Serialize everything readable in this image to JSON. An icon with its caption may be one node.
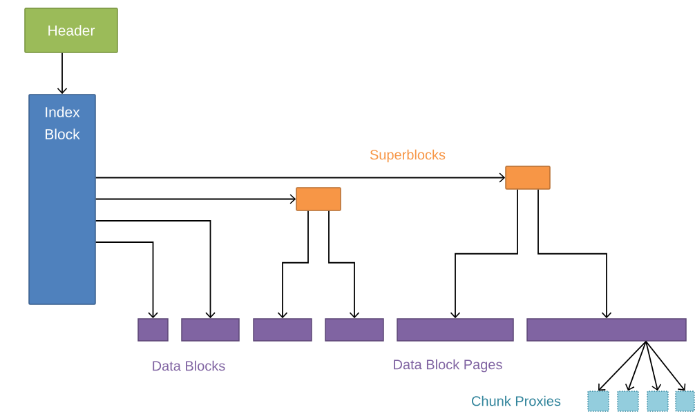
{
  "diagram": {
    "nodes": [
      {
        "text": [
          "Header"
        ]
      },
      {
        "text": [
          "Index Block"
        ]
      },
      {
        "text": [],
        "shape": "box"
      },
      {
        "text": [],
        "shape": "box"
      },
      {
        "text": [],
        "shape": "bar"
      },
      {
        "text": [],
        "shape": "bar"
      },
      {
        "text": [],
        "shape": "bar"
      },
      {
        "text": [],
        "shape": "bar"
      },
      {
        "text": [],
        "shape": "bar"
      },
      {
        "text": [],
        "shape": "bar"
      },
      {
        "text": [],
        "shape": "box"
      },
      {
        "text": [],
        "shape": "box"
      },
      {
        "text": [],
        "shape": "box"
      },
      {
        "text": [],
        "shape": "box"
      }
    ],
    "edges": [
      {
        "from": 0,
        "to": 1,
        "arrow": "to"
      },
      {
        "from": 1,
        "to": 3,
        "arrow": "to"
      },
      {
        "from": 1,
        "to": 2,
        "arrow": "to"
      },
      {
        "from": 1,
        "to": 5,
        "arrow": "to"
      },
      {
        "from": 1,
        "to": 4,
        "arrow": "to"
      },
      {
        "from": 2,
        "to": 6,
        "arrow": "to"
      },
      {
        "from": 2,
        "to": 7,
        "arrow": "to"
      },
      {
        "from": 3,
        "to": 8,
        "arrow": "to"
      },
      {
        "from": 3,
        "to": 9,
        "arrow": "to"
      },
      {
        "from": 9,
        "to": 10,
        "arrow": "to"
      },
      {
        "from": 9,
        "to": 11,
        "arrow": "to"
      },
      {
        "from": 9,
        "to": 12,
        "arrow": "to"
      },
      {
        "from": 9,
        "to": 13,
        "arrow": "to"
      }
    ],
    "labels": [
      "Superblocks",
      "Data Blocks",
      "Data Block Pages",
      "Chunk Proxies"
    ]
  }
}
